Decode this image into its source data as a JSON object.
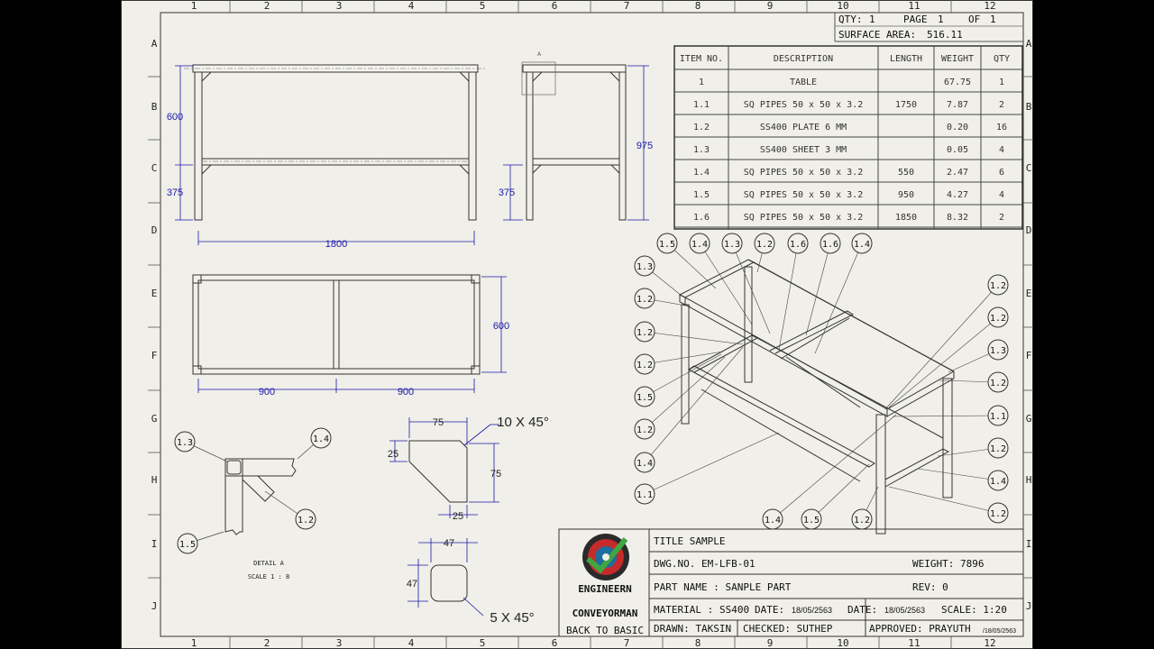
{
  "border": {
    "columns": [
      "1",
      "2",
      "3",
      "4",
      "5",
      "6",
      "7",
      "8",
      "9",
      "10",
      "11",
      "12"
    ],
    "rows": [
      "A",
      "B",
      "C",
      "D",
      "E",
      "F",
      "G",
      "H",
      "I",
      "J"
    ]
  },
  "header": {
    "qty_label": "QTY:",
    "qty_value": "1",
    "page_label": "PAGE",
    "page_value": "1",
    "of_label": "OF",
    "of_value": "1",
    "surface_label": "SURFACE AREA:",
    "surface_value": "516.11"
  },
  "bom": {
    "columns": [
      "ITEM NO.",
      "DESCRIPTION",
      "LENGTH",
      "WEIGHT",
      "QTY"
    ],
    "rows": [
      [
        "1",
        "TABLE",
        "",
        "67.75",
        "1"
      ],
      [
        "1.1",
        "SQ PIPES 50 x 50 x 3.2",
        "1750",
        "7.87",
        "2"
      ],
      [
        "1.2",
        "SS400 PLATE 6 MM",
        "",
        "0.20",
        "16"
      ],
      [
        "1.3",
        "SS400 SHEET 3 MM",
        "",
        "0.05",
        "4"
      ],
      [
        "1.4",
        "SQ PIPES 50 x 50 x 3.2",
        "550",
        "2.47",
        "6"
      ],
      [
        "1.5",
        "SQ PIPES 50 x 50 x 3.2",
        "950",
        "4.27",
        "4"
      ],
      [
        "1.6",
        "SQ PIPES 50 x 50 x 3.2",
        "1850",
        "8.32",
        "2"
      ]
    ]
  },
  "dims": {
    "front_height": "600",
    "front_lower": "375",
    "front_width": "1800",
    "side_total": "975",
    "side_lower": "375",
    "top_depth": "600",
    "top_half_left": "900",
    "top_half_right": "900",
    "plate_top": "75",
    "plate_chamfer": "10 X 45°",
    "plate_left": "25",
    "plate_right": "75",
    "plate_bottom": "25",
    "sheet_top": "47",
    "sheet_left": "47",
    "sheet_chamfer": "5 X 45°"
  },
  "detail": {
    "title": "DETAIL A",
    "scale": "SCALE 1 : 8",
    "balloons": [
      "1.3",
      "1.4",
      "1.2",
      "1.5"
    ]
  },
  "iso_balloons": {
    "top": [
      "1.5",
      "1.4",
      "1.3",
      "1.2",
      "1.6",
      "1.6",
      "1.4"
    ],
    "left": [
      "1.3",
      "1.2",
      "1.2",
      "1.2",
      "1.5",
      "1.2",
      "1.4",
      "1.1"
    ],
    "right": [
      "1.2",
      "1.2",
      "1.3",
      "1.2",
      "1.1",
      "1.2",
      "1.4",
      "1.2"
    ],
    "bottom": [
      "1.4",
      "1.5",
      "1.2"
    ]
  },
  "title_block": {
    "logo_line1": "ENGINEERN",
    "logo_line2": "CONVEYORMAN",
    "logo_line3": "BACK TO BASIC",
    "title": "TITLE SAMPLE",
    "dwg_no": "DWG.NO. EM-LFB-01",
    "weight": "WEIGHT: 7896",
    "part_name": "PART NAME : SANPLE PART",
    "rev": "REV:  0",
    "material_label": "MATERIAL :",
    "material_value": "SS400",
    "date1_label": "DATE:",
    "date1_value": "18/05/2563",
    "date2_label": "DATE:",
    "date2_value": "18/05/2563",
    "scale": "SCALE:  1:20",
    "drawn": "DRAWN: TAKSIN",
    "checked": "CHECKED: SUTHEP",
    "approved": "APPROVED: PRAYUTH",
    "approved_date": "/18/05/2563"
  },
  "colors": {
    "dimension": "#1a1aa8",
    "line": "#222222",
    "paper": "#f0efe9"
  }
}
